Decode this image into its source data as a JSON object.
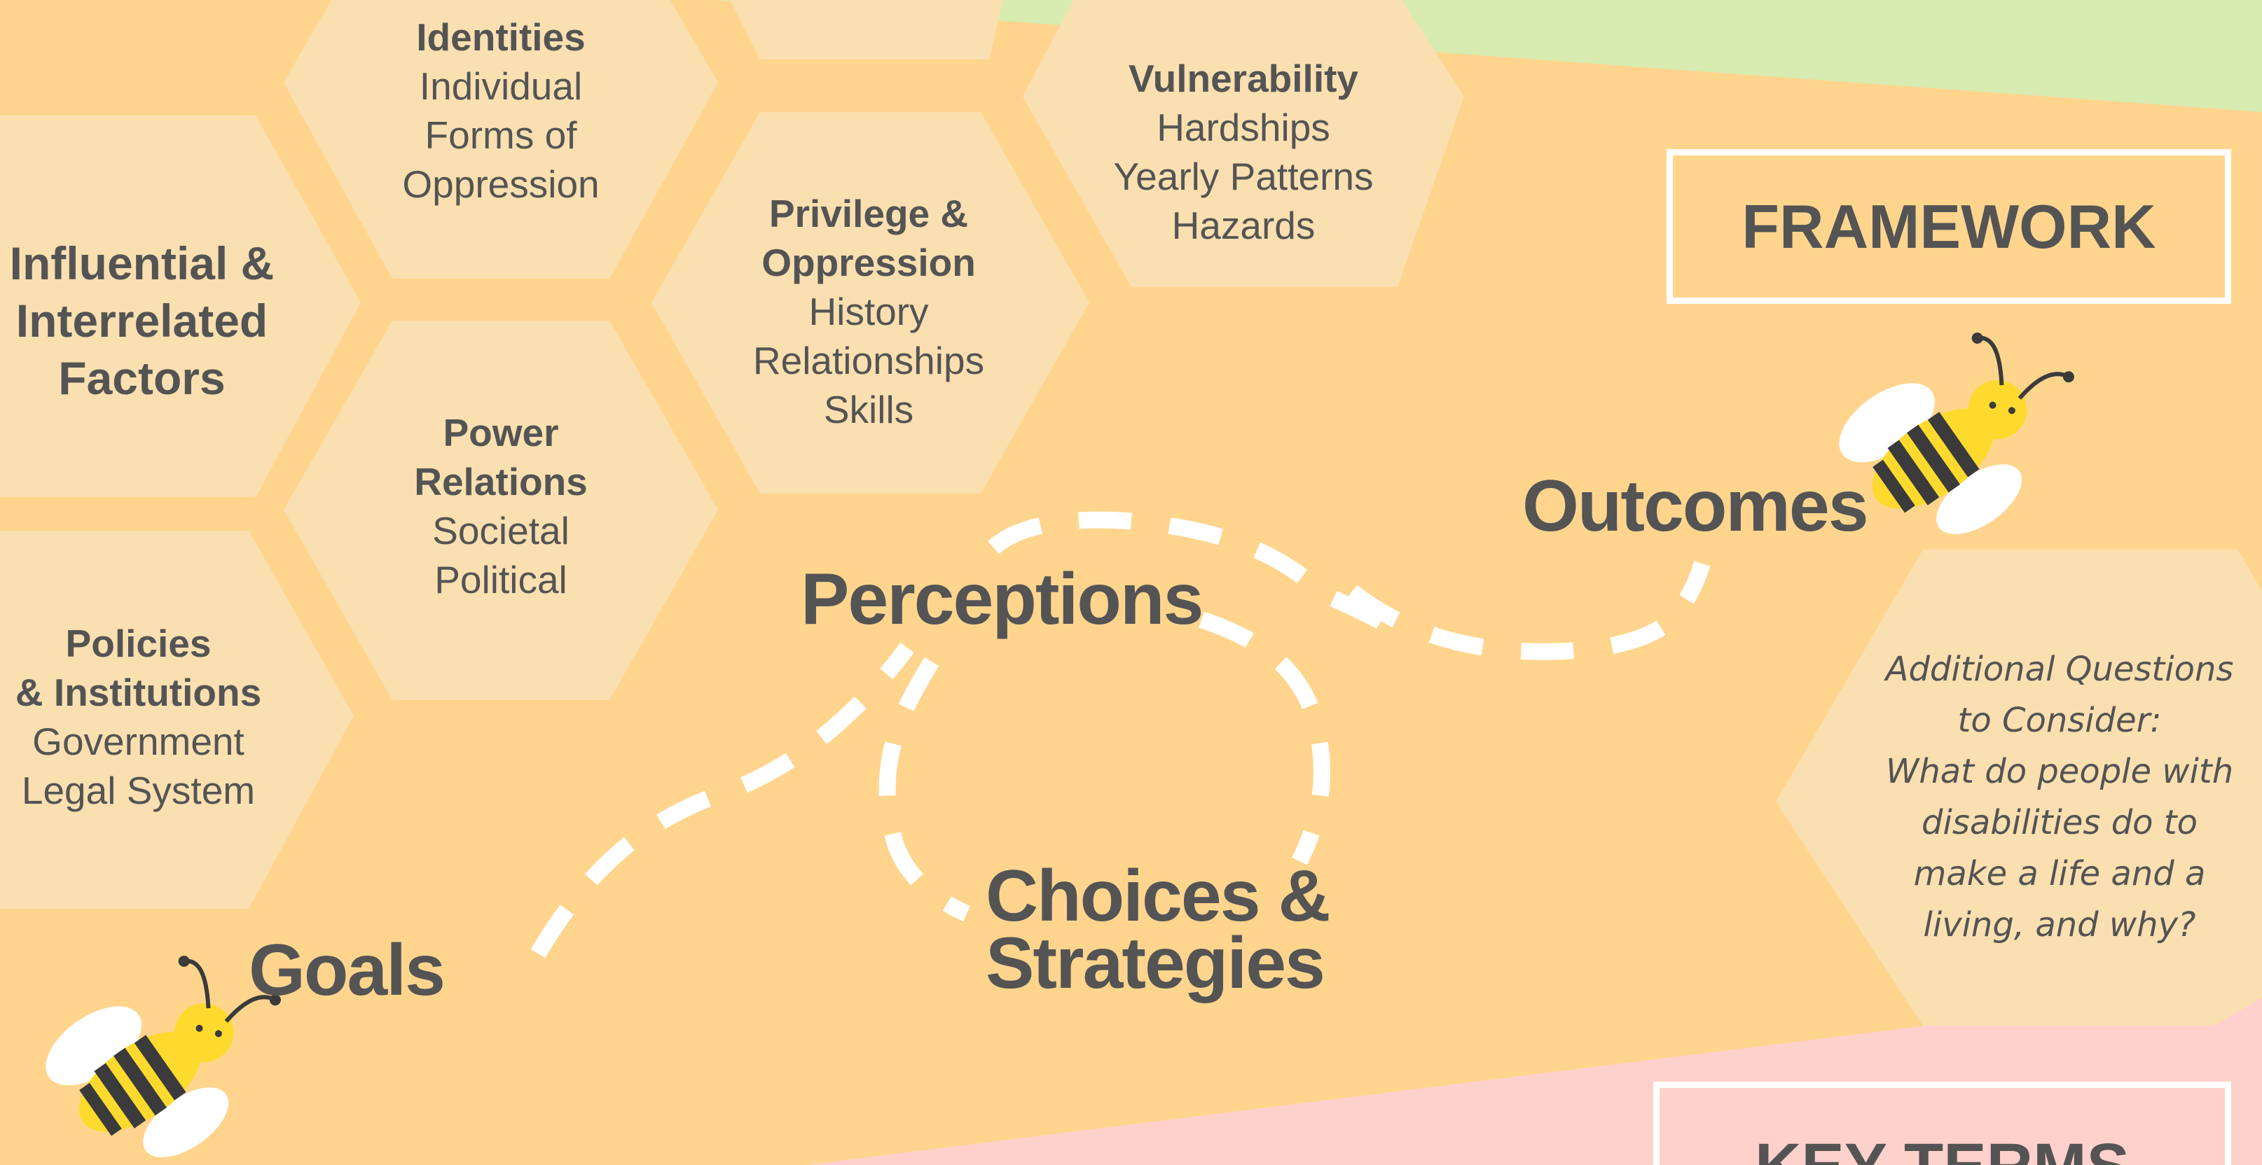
{
  "factors": {
    "identities": {
      "title": "Identities",
      "lines": [
        "Individual",
        "Forms of",
        "Oppression"
      ]
    },
    "influential": {
      "lines": [
        "Influential &",
        "Interrelated",
        "Factors"
      ]
    },
    "power": {
      "title_lines": [
        "Power",
        "Relations"
      ],
      "lines": [
        "Societal",
        "Political"
      ]
    },
    "policies": {
      "title_lines": [
        "Policies",
        "& Institutions"
      ],
      "lines": [
        "Government",
        "Legal System"
      ]
    },
    "privilege": {
      "title_lines": [
        "Privilege &",
        "Oppression"
      ],
      "lines": [
        "History",
        "Relationships",
        "Skills"
      ]
    },
    "vulnerability": {
      "title": "Vulnerability",
      "lines": [
        "Hardships",
        "Yearly Patterns",
        "Hazards"
      ]
    }
  },
  "path": {
    "perceptions": "Perceptions",
    "outcomes": "Outcomes",
    "goals": "Goals",
    "choices_lines": [
      "Choices &",
      "Strategies"
    ]
  },
  "framework_label": "FRAMEWORK",
  "key_terms_label": "KEY TERMS",
  "questions_lines": [
    "Additional Questions",
    "to Consider:",
    "What do people with",
    "disabilities do to",
    "make a life and a",
    "living, and why?"
  ],
  "colors": {
    "background": "#FFD58E",
    "hexagon": "#FADFB0",
    "green_band": "#D8EBB0",
    "pink_band": "#FFD1CC",
    "text": "#545454",
    "path": "#FFFFFF",
    "bee_body": "#FFDA2E",
    "bee_stripe": "#3B3B3B"
  },
  "icons": [
    "bee-icon",
    "bee-icon"
  ]
}
